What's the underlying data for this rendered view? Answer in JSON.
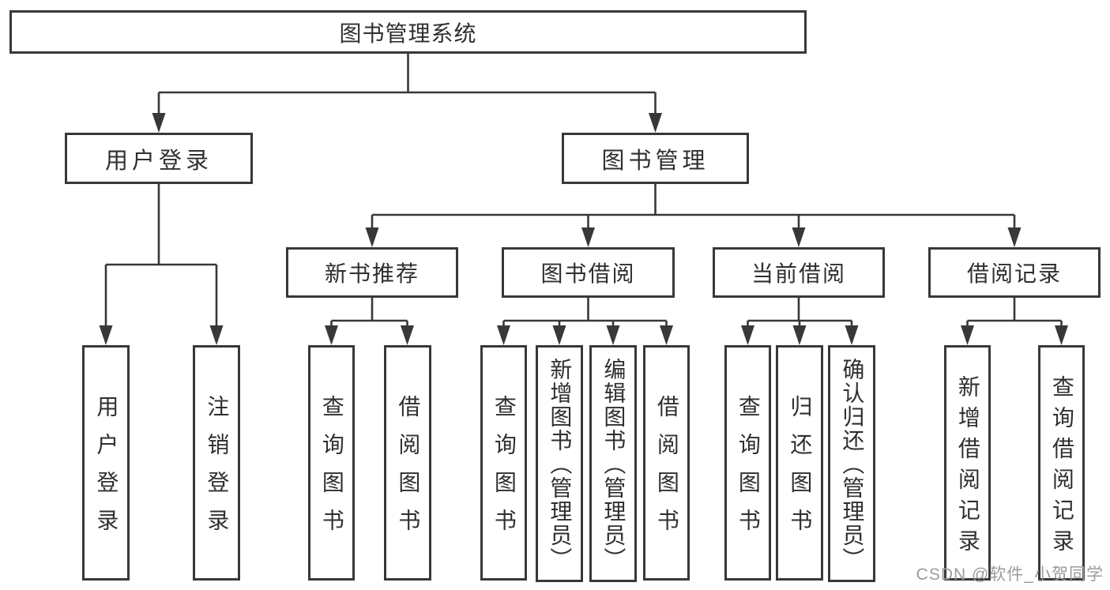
{
  "diagram": {
    "title": "图书管理系统",
    "root": {
      "label": "图书管理系统"
    },
    "level2": [
      {
        "label": "用户登录"
      },
      {
        "label": "图书管理"
      }
    ],
    "level3": [
      {
        "label": "新书推荐"
      },
      {
        "label": "图书借阅"
      },
      {
        "label": "当前借阅"
      },
      {
        "label": "借阅记录"
      }
    ],
    "leaves": {
      "user_login": [
        "用户登录",
        "注销登录"
      ],
      "new_book": [
        "查询图书",
        "借阅图书"
      ],
      "book_borrow": [
        "查询图书",
        "新增图书（管理员）",
        "编辑图书（管理员）",
        "借阅图书"
      ],
      "current_borrow": [
        "查询图书",
        "归还图书",
        "确认归还（管理员）"
      ],
      "borrow_records": [
        "新增借阅记录",
        "查询借阅记录"
      ]
    }
  },
  "watermark": {
    "text": "CSDN @软件_小贺同学"
  },
  "colors": {
    "line": "#383838",
    "text": "#2f2f2f",
    "watermark": "#9b9b9b",
    "background": "#ffffff"
  }
}
